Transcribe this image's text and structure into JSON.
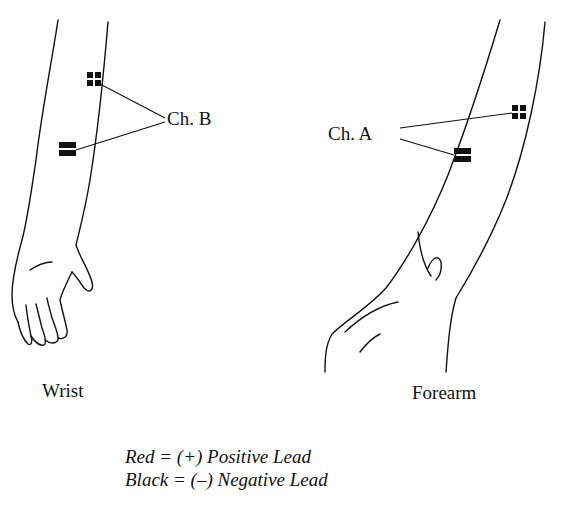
{
  "diagram": {
    "labels": [
      "Ch. B",
      "Ch. A",
      "Wrist",
      "Forearm",
      "Red = (+) Positive Lead",
      "Black = (–) Negative Lead"
    ]
  }
}
